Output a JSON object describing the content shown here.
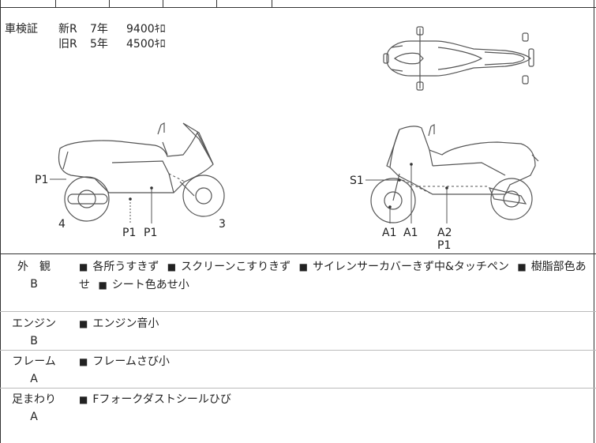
{
  "inspection": {
    "label": "車検証",
    "rows": [
      {
        "era": "新R",
        "years": "7年",
        "km": "9400ｷﾛ"
      },
      {
        "era": "旧R",
        "years": "5年",
        "km": "4500ｷﾛ"
      }
    ]
  },
  "diagram": {
    "left_side_labels": {
      "p1_front": "P1",
      "rear_num": "4",
      "p1_a": "P1",
      "p1_b": "P1",
      "front_num": "3"
    },
    "right_side_labels": {
      "s1": "S1",
      "a1_a": "A1",
      "a1_b": "A1",
      "a2": "A2",
      "p1": "P1"
    }
  },
  "sections": [
    {
      "name": "外　観",
      "grade": "B",
      "bullet": "■",
      "items": [
        "各所うすきず",
        "スクリーンこすりきず",
        "サイレンサーカバーきず中&タッチペン",
        "樹脂部色あせ",
        "シート色あせ小"
      ]
    },
    {
      "name": "エンジン",
      "grade": "B",
      "bullet": "■",
      "items": [
        "エンジン音小"
      ]
    },
    {
      "name": "フレーム",
      "grade": "A",
      "bullet": "■",
      "items": [
        "フレームさび小"
      ]
    },
    {
      "name": "足まわり",
      "grade": "A",
      "bullet": "■",
      "items": [
        "Fフォークダストシールひび"
      ]
    }
  ]
}
